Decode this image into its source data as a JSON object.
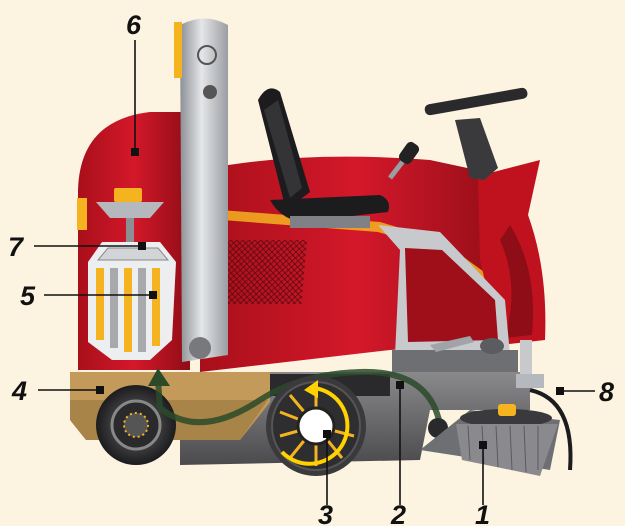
{
  "diagram": {
    "callouts": [
      {
        "id": "1",
        "label": "1",
        "part": "side-brush"
      },
      {
        "id": "2",
        "label": "2",
        "part": "debris-hopper-duct"
      },
      {
        "id": "3",
        "label": "3",
        "part": "main-brush"
      },
      {
        "id": "4",
        "label": "4",
        "part": "waste-hopper"
      },
      {
        "id": "5",
        "label": "5",
        "part": "filter"
      },
      {
        "id": "6",
        "label": "6",
        "part": "filter-housing"
      },
      {
        "id": "7",
        "label": "7",
        "part": "filter-shaker"
      },
      {
        "id": "8",
        "label": "8",
        "part": "vacuum-hose"
      }
    ],
    "colors": {
      "background": "#fdf3e1",
      "body": "#c0121e",
      "body_dark": "#8e0d16",
      "accent": "#f6b320",
      "metal": "#b5b8bd",
      "seat": "#1c1c1e",
      "hopper": "#c49a5a"
    }
  }
}
